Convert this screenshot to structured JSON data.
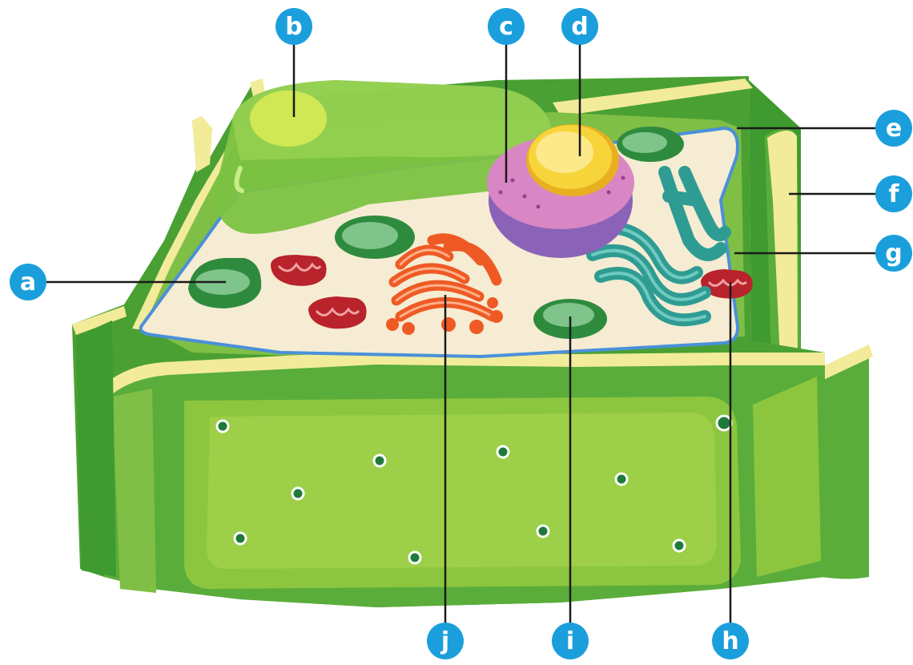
{
  "colors": {
    "label_badge": "#1a9fdc",
    "label_text": "#ffffff",
    "leader_line": "#1a1a1a",
    "cell_wall_dark": "#3f9a2f",
    "cell_wall_light": "#8cc63f",
    "cell_wall_rim": "#f2eb9a",
    "cytoplasm": "#f5ecd3",
    "membrane": "#4a90d9",
    "vacuole": "#7cc242",
    "nucleus_outer": "#8a63b8",
    "nucleus_pink": "#d986c4",
    "nucleolus": "#f7d53a",
    "golgi": "#2f9c93",
    "er": "#ef5a24",
    "mitochondria": "#b8232c",
    "chloroplast": "#2e8b3e"
  },
  "labels": {
    "a": "a",
    "b": "b",
    "c": "c",
    "d": "d",
    "e": "e",
    "f": "f",
    "g": "g",
    "h": "h",
    "i": "i",
    "j": "j"
  },
  "icons": {
    "chloroplast": "chloroplast-icon",
    "mitochondrion": "mitochondrion-icon",
    "nucleus": "nucleus-icon",
    "vacuole": "vacuole-icon",
    "golgi": "golgi-apparatus-icon",
    "er": "endoplasmic-reticulum-icon"
  }
}
